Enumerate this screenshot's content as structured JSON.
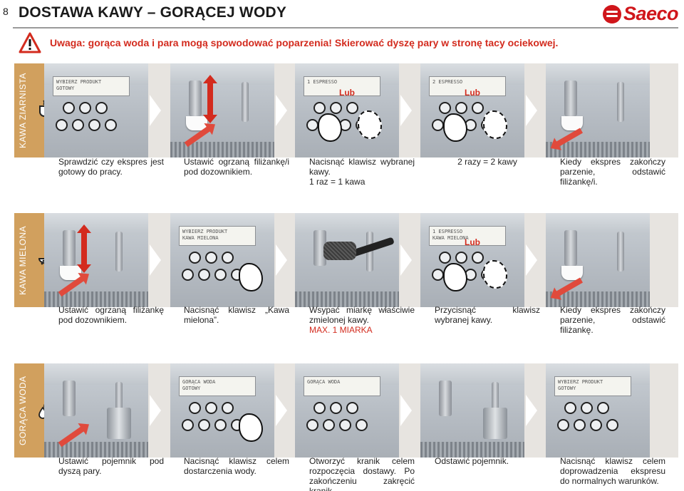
{
  "header": {
    "page_number": "8",
    "title": "DOSTAWA KAWY – GORĄCEJ WODY",
    "brand": "Saeco"
  },
  "warning": {
    "text": "Uwaga: gorąca woda i para mogą spowodować poparzenia! Skierować dyszę pary w stronę tacy ociekowej.",
    "color": "#d32b1e"
  },
  "colors": {
    "band_background": "#e7e4e0",
    "band_side": "#d1a05e",
    "accent_red": "#d32b1e"
  },
  "sections": [
    {
      "label": "KAWA ZIARNISTA",
      "icon": "coffee-cup-icon",
      "steps": [
        {
          "lcd_lines": [
            "WYBIERZ PRODUKT",
            "GOTOWY"
          ],
          "lcd_alt": "",
          "caption": "Sprawdzić czy ekspres jest gotowy do pracy.",
          "caption_extra": ""
        },
        {
          "lcd_lines": [],
          "lcd_alt": "",
          "caption": "Ustawić ogrzaną filiżankę/i pod dozownikiem.",
          "caption_extra": ""
        },
        {
          "lcd_lines": [
            "1 ESPRESSO"
          ],
          "lcd_alt": "Lub",
          "caption": "Nacisnąć klawisz wybranej kawy.",
          "caption_extra": "1 raz = 1 kawa"
        },
        {
          "lcd_lines": [
            "2 ESPRESSO"
          ],
          "lcd_alt": "Lub",
          "caption": "2 razy = 2 kawy",
          "caption_extra": ""
        },
        {
          "lcd_lines": [],
          "lcd_alt": "",
          "caption": "Kiedy ekspres zakończy parzenie, odstawić filiżankę/i.",
          "caption_extra": ""
        }
      ]
    },
    {
      "label": "KAWA MIELONA",
      "icon": "ground-coffee-scoop-icon",
      "steps": [
        {
          "lcd_lines": [],
          "lcd_alt": "",
          "caption": "Ustawić ogrzaną filiżankę pod dozownikiem.",
          "caption_extra": ""
        },
        {
          "lcd_lines": [
            "WYBIERZ PRODUKT",
            "KAWA MIELONA"
          ],
          "lcd_alt": "",
          "caption": "Nacisnąć klawisz „Kawa mielona”.",
          "caption_extra": ""
        },
        {
          "lcd_lines": [],
          "lcd_alt": "",
          "caption": "Wsypać miarkę właściwie zmielonej kawy.",
          "caption_extra": "MAX. 1 MIARKA"
        },
        {
          "lcd_lines": [
            "1 ESPRESSO",
            "KAWA MIELONA"
          ],
          "lcd_alt": "Lub",
          "caption": "Przycisnąć klawisz wybranej kawy.",
          "caption_extra": ""
        },
        {
          "lcd_lines": [],
          "lcd_alt": "",
          "caption": "Kiedy ekspres zakończy parzenie, odstawić filiżankę.",
          "caption_extra": ""
        }
      ]
    },
    {
      "label": "GORĄCA WODA",
      "icon": "water-drops-icon",
      "steps": [
        {
          "lcd_lines": [],
          "lcd_alt": "",
          "caption": "Ustawić pojemnik pod dyszą pary.",
          "caption_extra": ""
        },
        {
          "lcd_lines": [
            "GORĄCA WODA",
            "GOTOWY"
          ],
          "lcd_alt": "",
          "caption": "Nacisnąć klawisz celem dostarczenia wody.",
          "caption_extra": ""
        },
        {
          "lcd_lines": [
            "GORĄCA WODA"
          ],
          "lcd_alt": "",
          "caption": "Otworzyć kranik celem rozpoczęcia dostawy. Po zakończeniu zakręcić kranik.",
          "caption_extra": ""
        },
        {
          "lcd_lines": [],
          "lcd_alt": "",
          "caption": "Odstawić pojemnik.",
          "caption_extra": ""
        },
        {
          "lcd_lines": [
            "WYBIERZ PRODUKT",
            "GOTOWY"
          ],
          "lcd_alt": "",
          "caption": "Nacisnąć klawisz celem doprowadzenia ekspresu do normalnych warunków.",
          "caption_extra": ""
        }
      ]
    }
  ]
}
